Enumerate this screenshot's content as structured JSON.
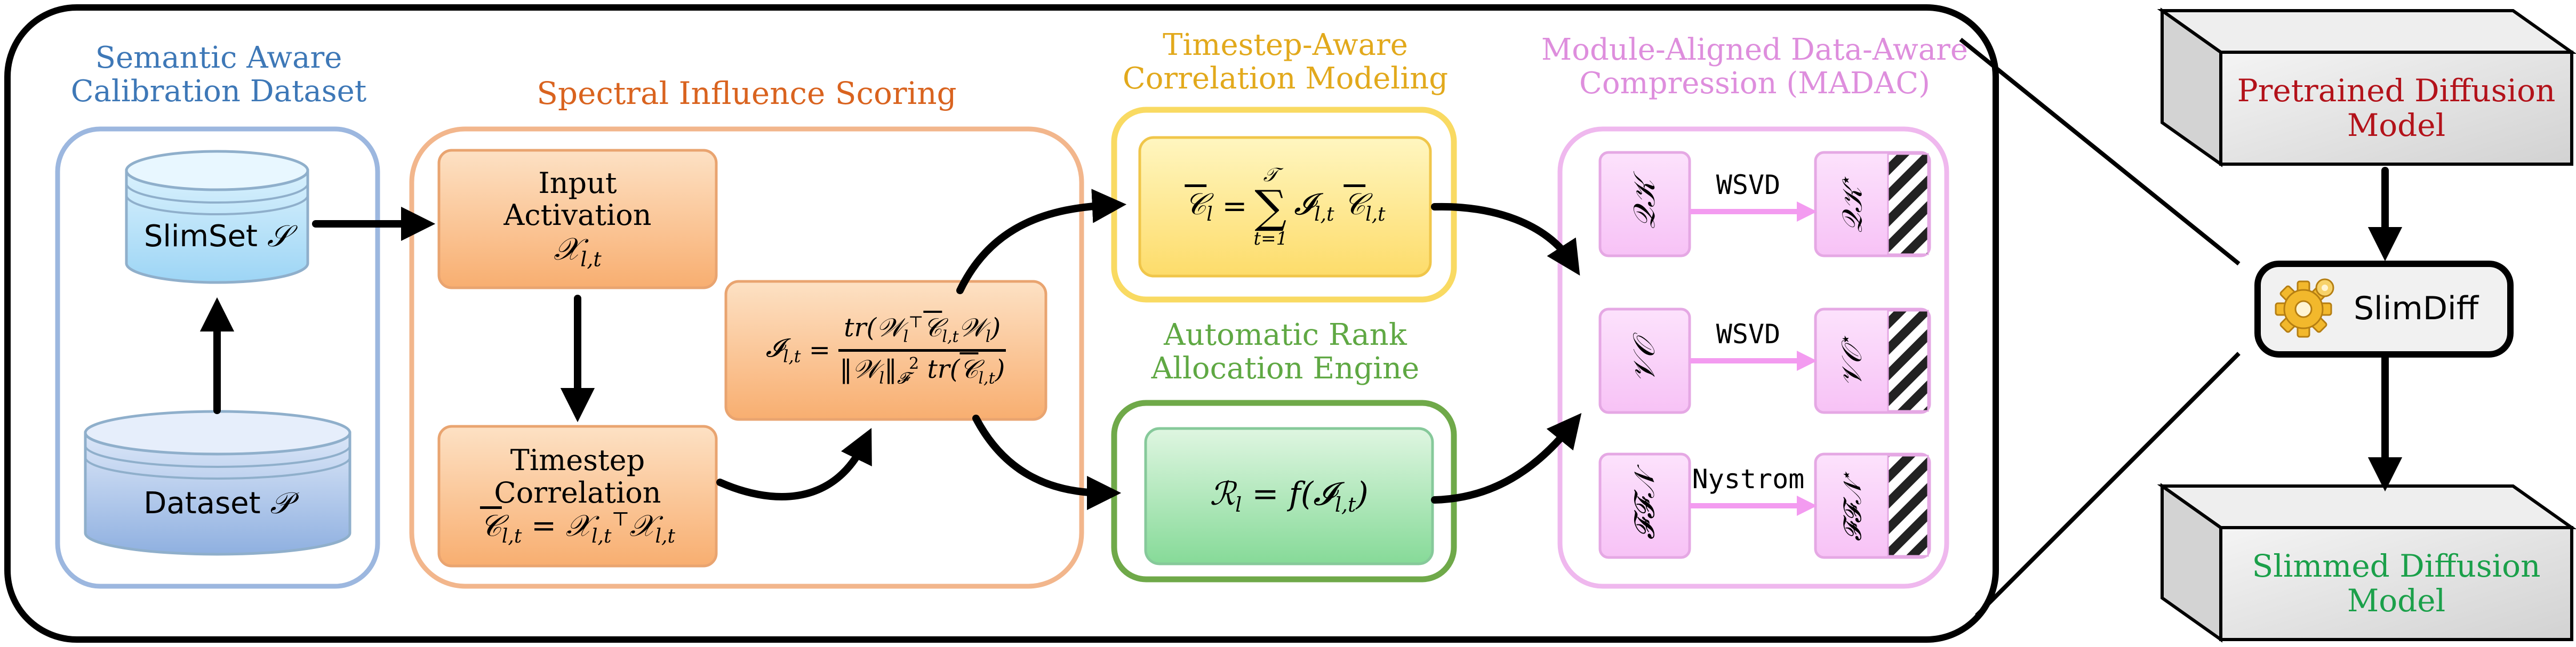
{
  "colors": {
    "semantic": "#3E78B7",
    "spectral": "#D9631F",
    "timestep": "#E2A91C",
    "rank": "#5FA843",
    "madac": "#DE8EDD",
    "pretrained": "#B3121A",
    "slimmed": "#1BA04A"
  },
  "icons": {
    "slimdiff": "gear-icon"
  },
  "groups": {
    "semantic": {
      "title_line1": "Semantic Aware",
      "title_line2": "Calibration Dataset"
    },
    "spectral": {
      "title": "Spectral Influence Scoring"
    },
    "timestep": {
      "title_line1": "Timestep-Aware",
      "title_line2": "Correlation Modeling"
    },
    "rank": {
      "title_line1": "Automatic Rank",
      "title_line2": "Allocation Engine"
    },
    "madac": {
      "title_line1": "Module-Aligned Data-Aware",
      "title_line2": "Compression (MADAC)"
    }
  },
  "nodes": {
    "slimset": {
      "label": "SlimSet",
      "symbol": "𝒮"
    },
    "dataset": {
      "label": "Dataset",
      "symbol": "𝒫"
    },
    "input_activation": {
      "line1": "Input",
      "line2": "Activation",
      "var": "𝒳",
      "sub": "l,t"
    },
    "timestep_correlation": {
      "line1": "Timestep",
      "line2": "Correlation",
      "lhs": "𝒞",
      "lhs_sub": "l,t",
      "eq": "=",
      "x1": "𝒳",
      "x1_sub": "l,t",
      "sup": "⊤",
      "x2": "𝒳",
      "x2_sub": "l,t"
    },
    "influence_formula": {
      "lhs": "𝓘",
      "lhs_sub": "l,t",
      "eq": "=",
      "num_tr": "tr(",
      "num_w": "𝒲",
      "num_w_sub": "l",
      "num_w_sup": "⊤",
      "num_c": "𝒞",
      "num_c_sub": "l,t",
      "num_w2": "𝒲",
      "num_w2_sub": "l",
      "num_close": ")",
      "den_norm": "‖𝒲",
      "den_norm_sub": "l",
      "den_norm_close": "‖",
      "den_sub_f": "𝓕",
      "den_sup_2": "2",
      "den_tr": "tr(",
      "den_c": "𝒞",
      "den_c_sub": "l,t",
      "den_close": ")"
    },
    "aggregate_formula": {
      "lhs": "𝒞",
      "lhs_sub": "l",
      "eq": "=",
      "sum": "∑",
      "sum_top": "𝒯",
      "sum_bottom": "t=1",
      "i": "𝓘",
      "i_sub": "l,t",
      "c": "𝒞",
      "c_sub": "l,t"
    },
    "rank_formula": {
      "lhs": "ℛ",
      "lhs_sub": "l",
      "rhs_open": "= f(",
      "i": "𝓘",
      "i_sub": "l,t",
      "rhs_close": ")"
    },
    "modules": [
      {
        "name": "𝒬𝒦",
        "method": "WSVD",
        "out": "𝒬𝒦",
        "star": "⋆"
      },
      {
        "name": "𝒱𝒪",
        "method": "WSVD",
        "out": "𝒱𝒪",
        "star": "⋆"
      },
      {
        "name": "𝓕𝓕𝒩",
        "method": "Nystrom",
        "out": "𝓕𝓕𝒩",
        "star": "⋆"
      }
    ],
    "pretrained": {
      "line1": "Pretrained Diffusion",
      "line2": "Model"
    },
    "slimdiff": {
      "label": "SlimDiff"
    },
    "slimmed": {
      "line1": "Slimmed Diffusion",
      "line2": "Model"
    }
  }
}
